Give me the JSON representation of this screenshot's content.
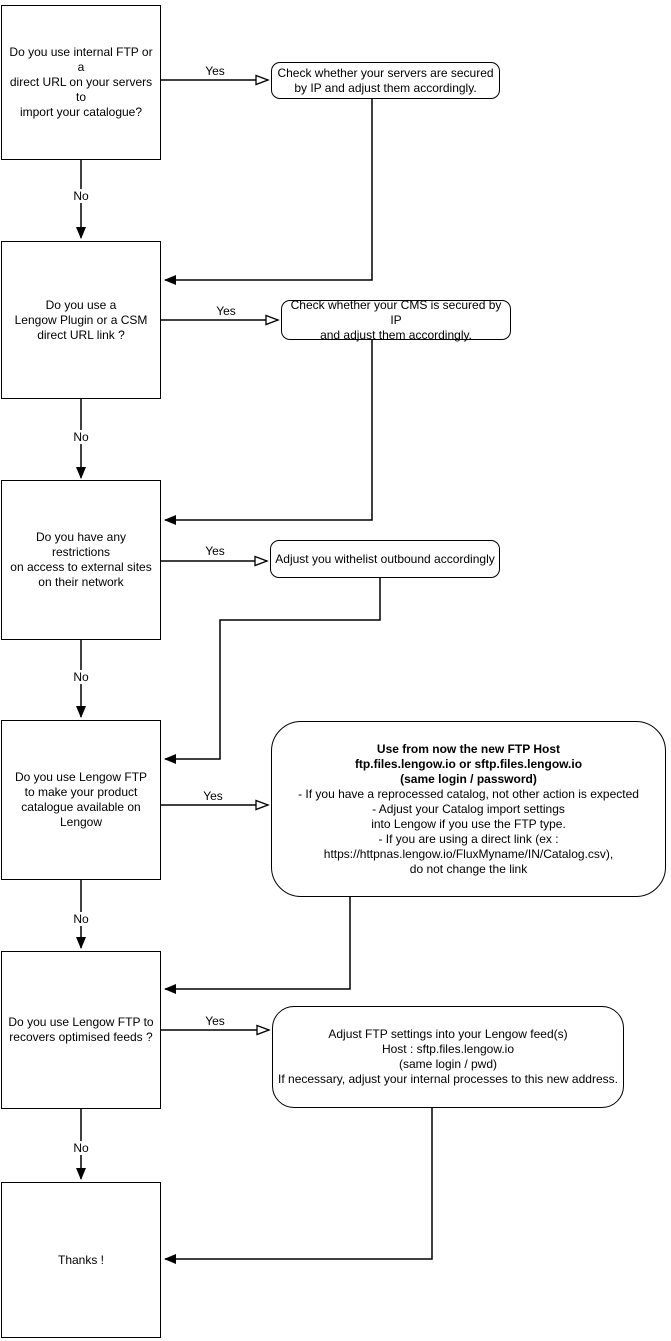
{
  "labels": {
    "yes": "Yes",
    "no": "No"
  },
  "colors": {
    "stroke": "#000000",
    "background": "#ffffff",
    "text": "#000000"
  },
  "nodes": {
    "q1": {
      "type": "decision",
      "lines": [
        "Do you use internal FTP or a",
        "direct URL on your servers to",
        "import your catalogue?"
      ]
    },
    "r1": {
      "type": "action",
      "lines": [
        "Check whether your servers are secured",
        "by IP and adjust them accordingly."
      ]
    },
    "q2": {
      "type": "decision",
      "lines": [
        "Do you use a",
        "Lengow Plugin or a CSM",
        "direct URL link ?"
      ]
    },
    "r2": {
      "type": "action",
      "lines": [
        "Check whether your CMS is secured by IP",
        "and adjust them accordingly."
      ]
    },
    "q3": {
      "type": "decision",
      "lines": [
        "Do you have any restrictions",
        "on access to external sites",
        "on their network"
      ]
    },
    "r3": {
      "type": "action",
      "lines": [
        "Adjust you withelist outbound accordingly"
      ]
    },
    "q4": {
      "type": "decision",
      "lines": [
        "Do you use Lengow FTP",
        "to make your product",
        "catalogue available on",
        "Lengow"
      ]
    },
    "r4": {
      "type": "action",
      "bold_lines": [
        "Use from now the new FTP Host",
        "ftp.files.lengow.io or sftp.files.lengow.io",
        "(same login / password)"
      ],
      "lines": [
        "- If you have a reprocessed catalog, not other action is expected",
        "- Adjust your Catalog import settings",
        "into Lengow if you use the FTP type.",
        "- If you are using a direct link (ex :",
        "https://httpnas.lengow.io/FluxMyname/IN/Catalog.csv),",
        "do not change the link"
      ]
    },
    "q5": {
      "type": "decision",
      "lines": [
        "Do you use Lengow FTP to",
        "recovers optimised feeds ?"
      ]
    },
    "r5": {
      "type": "action",
      "lines": [
        "Adjust FTP settings into your Lengow feed(s)",
        "Host : sftp.files.lengow.io",
        "(same login / pwd)",
        "If necessary, adjust your internal processes to this new address."
      ]
    },
    "q6": {
      "type": "terminal",
      "lines": [
        "Thanks !"
      ]
    }
  }
}
